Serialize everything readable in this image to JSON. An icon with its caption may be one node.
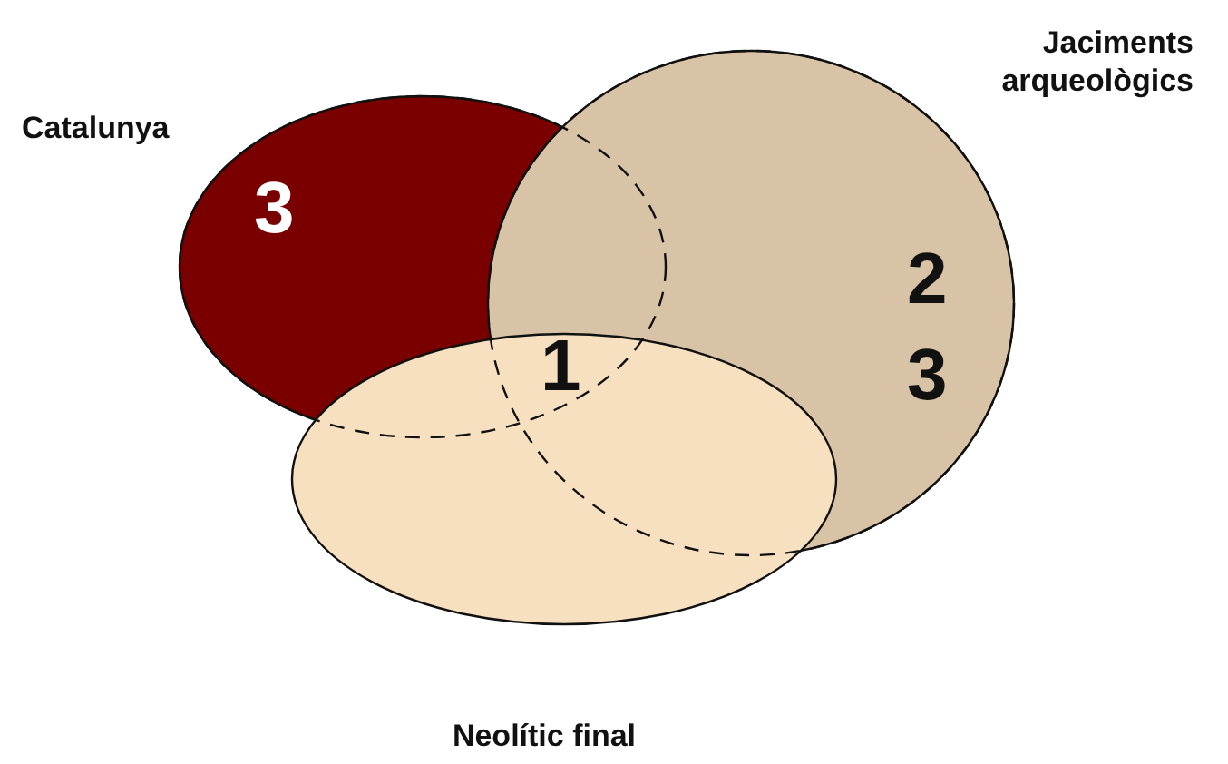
{
  "diagram": {
    "nodes": [
      {
        "text": [
          "Catalunya"
        ]
      },
      {
        "text": [
          "Jaciments arqueològics"
        ]
      },
      {
        "text": [
          "Neolític final"
        ]
      }
    ],
    "labels": [
      "3",
      "2",
      "1",
      "3"
    ]
  }
}
